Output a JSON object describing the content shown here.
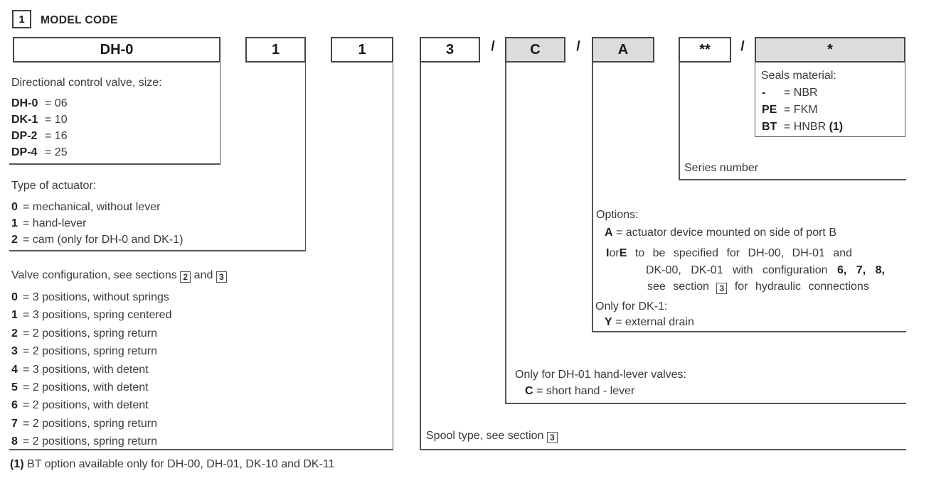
{
  "header": {
    "section_number": "1",
    "title": "MODEL CODE"
  },
  "model_code": {
    "size": "DH-0",
    "actuator": "1",
    "configuration": "1",
    "spool": "3",
    "separator": "/",
    "option_c": "C",
    "option_a": "A",
    "series": "**",
    "seals": "*"
  },
  "size_block": {
    "title": "Directional control valve, size:",
    "items": [
      {
        "code": "DH-0",
        "desc": "= 06"
      },
      {
        "code": "DK-1",
        "desc": "= 10"
      },
      {
        "code": "DP-2",
        "desc": "= 16"
      },
      {
        "code": "DP-4",
        "desc": "= 25"
      }
    ]
  },
  "actuator_block": {
    "title": "Type of actuator:",
    "items": [
      {
        "code": "0",
        "desc": "= mechanical, without lever"
      },
      {
        "code": "1",
        "desc": "= hand-lever"
      },
      {
        "code": "2",
        "desc": "= cam (only for DH-0 and DK-1)"
      }
    ]
  },
  "config_block": {
    "title_prefix": "Valve configuration, see sections",
    "ref1": "2",
    "conj": "and",
    "ref2": "3",
    "items": [
      {
        "code": "0",
        "desc": "= 3 positions, without springs"
      },
      {
        "code": "1",
        "desc": "= 3 positions, spring centered"
      },
      {
        "code": "2",
        "desc": "= 2 positions, spring return"
      },
      {
        "code": "3",
        "desc": "= 2 positions, spring return"
      },
      {
        "code": "4",
        "desc": "= 3 positions, with detent"
      },
      {
        "code": "5",
        "desc": "= 2 positions, with detent"
      },
      {
        "code": "6",
        "desc": "= 2 positions, with detent"
      },
      {
        "code": "7",
        "desc": "= 2 positions, spring return"
      },
      {
        "code": "8",
        "desc": "= 2 positions, spring return"
      }
    ]
  },
  "seals_block": {
    "title": "Seals material:",
    "items": [
      {
        "code": "-",
        "desc": "= NBR",
        "note": ""
      },
      {
        "code": "PE",
        "desc": "= FKM",
        "note": ""
      },
      {
        "code": "BT",
        "desc": "= HNBR",
        "note": "(1)"
      }
    ]
  },
  "series_label": "Series number",
  "options_block": {
    "title": "Options:",
    "a_code": "A",
    "a_desc": "= actuator device mounted on side of port B",
    "ie_i": "I",
    "ie_or": "or",
    "ie_e": "E",
    "ie_line1": "to be specified for DH-00, DH-01 and",
    "ie_line2": "DK-00, DK-01 with configuration",
    "ie_line2_bold": "6, 7, 8,",
    "ie_line3_pre": "see section",
    "ie_ref": "3",
    "ie_line3_post": "for hydraulic connections",
    "dk1_title": "Only for DK-1:",
    "y_code": "Y",
    "y_desc": "= external drain"
  },
  "hand_lever_block": {
    "title": "Only for DH-01 hand-lever valves:",
    "code": "C",
    "desc": "= short hand - lever"
  },
  "spool_block": {
    "prefix": "Spool type, see section",
    "ref": "3"
  },
  "footnote": {
    "marker": "(1)",
    "text": "BT option available only for DH-00, DH-01, DK-10 and DK-11"
  },
  "colors": {
    "box_fill_gray": "#dcdcdd",
    "line_color": "#54565a",
    "text_color": "#3a3a3a"
  }
}
